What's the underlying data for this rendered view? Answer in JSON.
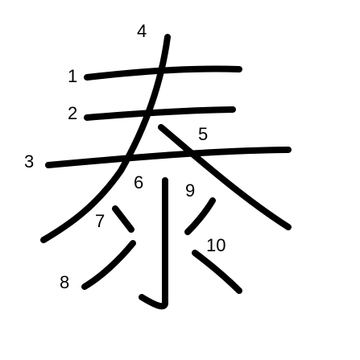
{
  "figure": {
    "stroke_color": "#000000",
    "background": "#ffffff",
    "stroke_numbers": [
      "1",
      "2",
      "3",
      "4",
      "5",
      "6",
      "7",
      "8",
      "9",
      "10"
    ]
  }
}
